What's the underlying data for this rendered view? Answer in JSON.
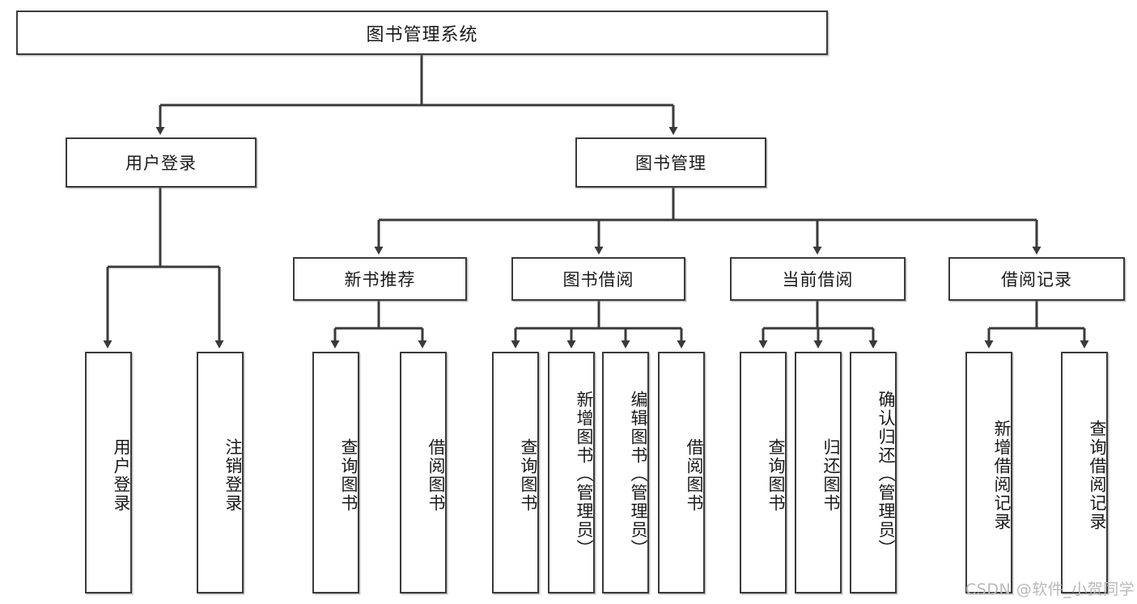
{
  "diagram": {
    "title": "图书管理系统",
    "type": "hierarchy-tree",
    "root": {
      "label": "图书管理系统"
    },
    "level1": [
      {
        "label": "用户登录"
      },
      {
        "label": "图书管理"
      }
    ],
    "level2": [
      {
        "label": "新书推荐"
      },
      {
        "label": "图书借阅"
      },
      {
        "label": "当前借阅"
      },
      {
        "label": "借阅记录"
      }
    ],
    "leaves": {
      "user_login": [
        {
          "label": "用户登录"
        },
        {
          "label": "注销登录"
        }
      ],
      "new_book_recommend": [
        {
          "label": "查询图书"
        },
        {
          "label": "借阅图书"
        }
      ],
      "book_borrow": [
        {
          "label": "查询图书"
        },
        {
          "label": "新增图书（管理员）"
        },
        {
          "label": "编辑图书（管理员）"
        },
        {
          "label": "借阅图书"
        }
      ],
      "current_borrow": [
        {
          "label": "查询图书"
        },
        {
          "label": "归还图书"
        },
        {
          "label": "确认归还（管理员）"
        }
      ],
      "borrow_record": [
        {
          "label": "新增借阅记录"
        },
        {
          "label": "查询借阅记录"
        }
      ]
    }
  },
  "watermark": {
    "text": "CSDN @软件_小贺同学"
  },
  "colors": {
    "border": "#3a3a3a",
    "background": "#ffffff",
    "text": "#1a1a1a",
    "watermark": "#b9b9b9"
  }
}
